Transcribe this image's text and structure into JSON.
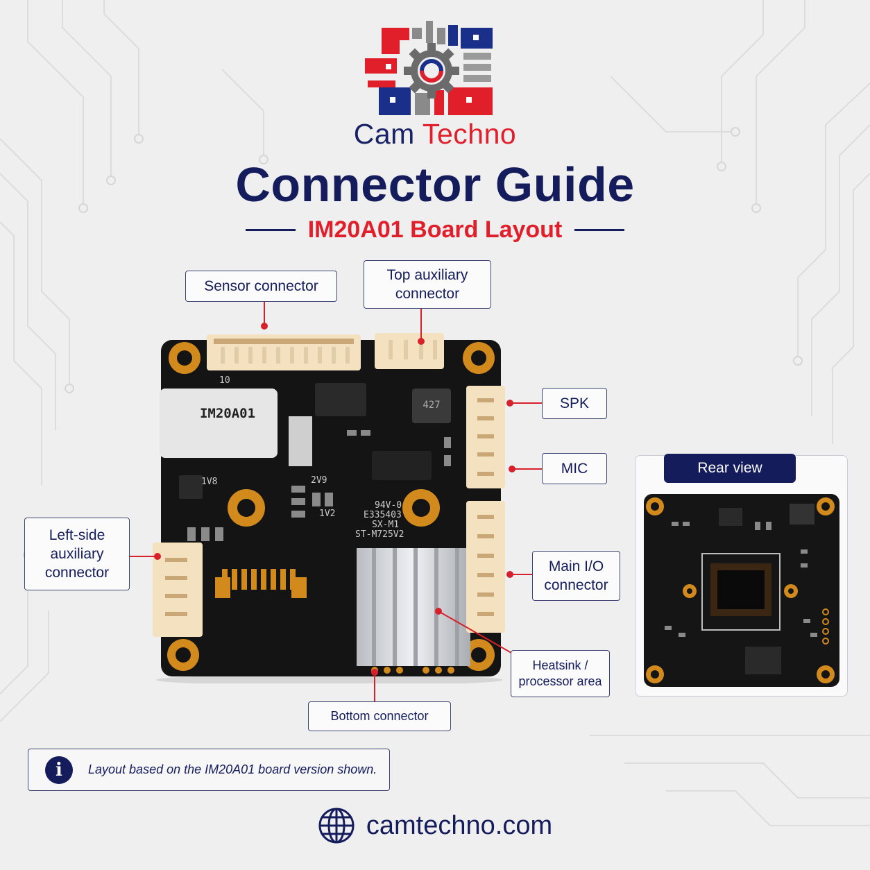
{
  "brand": {
    "name_part1": "Cam",
    "name_part2": "Techno",
    "logo_icon": "circuit-gear-logo",
    "colors": {
      "navy": "#141c5c",
      "red": "#e11f2b",
      "grey": "#6b6b6b"
    }
  },
  "title": "Connector Guide",
  "subtitle": "IM20A01 Board Layout",
  "board": {
    "silkscreen_model": "IM20A01",
    "markings": [
      "94V-0",
      "E335403",
      "SX-M1",
      "ST-M725V2",
      "1V8",
      "2V9",
      "1V2",
      "427",
      "10"
    ]
  },
  "labels": {
    "sensor": "Sensor connector",
    "top_aux": "Top auxiliary\nconnector",
    "spk": "SPK",
    "mic": "MIC",
    "left_aux": "Left-side\nauxiliary\nconnector",
    "main_io": "Main I/O\nconnector",
    "heatsink": "Heatsink /\nprocessor area",
    "bottom": "Bottom connector"
  },
  "rear_view": {
    "title": "Rear view"
  },
  "note": {
    "icon": "info-icon",
    "text": "Layout based on the IM20A01 board version shown."
  },
  "footer": {
    "icon": "globe-icon",
    "website": "camtechno.com"
  }
}
